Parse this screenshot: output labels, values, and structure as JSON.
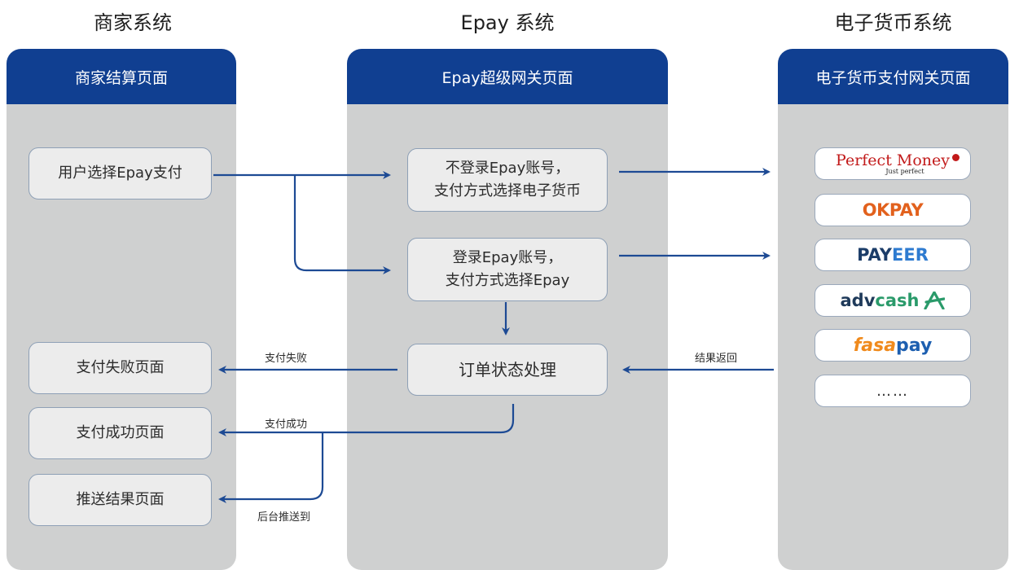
{
  "systems": {
    "merchant": {
      "title": "商家系统",
      "header": "商家结算页面"
    },
    "epay": {
      "title": "Epay 系统",
      "header": "Epay超级网关页面"
    },
    "emoney": {
      "title": "电子货币系统",
      "header": "电子货币支付网关页面"
    }
  },
  "merchant_boxes": {
    "select_pay": "用户选择Epay支付",
    "fail_page": "支付失败页面",
    "success_page": "支付成功页面",
    "push_page": "推送结果页面"
  },
  "epay_boxes": {
    "no_login_line1": "不登录Epay账号，",
    "no_login_line2": "支付方式选择电子货币",
    "login_line1": "登录Epay账号，",
    "login_line2": "支付方式选择Epay",
    "order_status": "订单状态处理"
  },
  "flow_labels": {
    "pay_fail": "支付失败",
    "pay_success": "支付成功",
    "backend_push": "后台推送到",
    "result_return": "结果返回"
  },
  "brands": {
    "perfect_money": "Perfect Money",
    "perfect_money_tag": "Just perfect",
    "okpay": "OKPAY",
    "payeer_a": "PAY",
    "payeer_b": "EER",
    "advcash_a": "adv",
    "advcash_b": "cash",
    "fasapay_a": "fasa",
    "fasapay_b": "pay",
    "more": "……"
  },
  "colors": {
    "header_blue": "#103f91",
    "arrow_blue": "#1d4a94",
    "panel_gray": "#cfd0d0",
    "box_fill": "#ececec"
  }
}
